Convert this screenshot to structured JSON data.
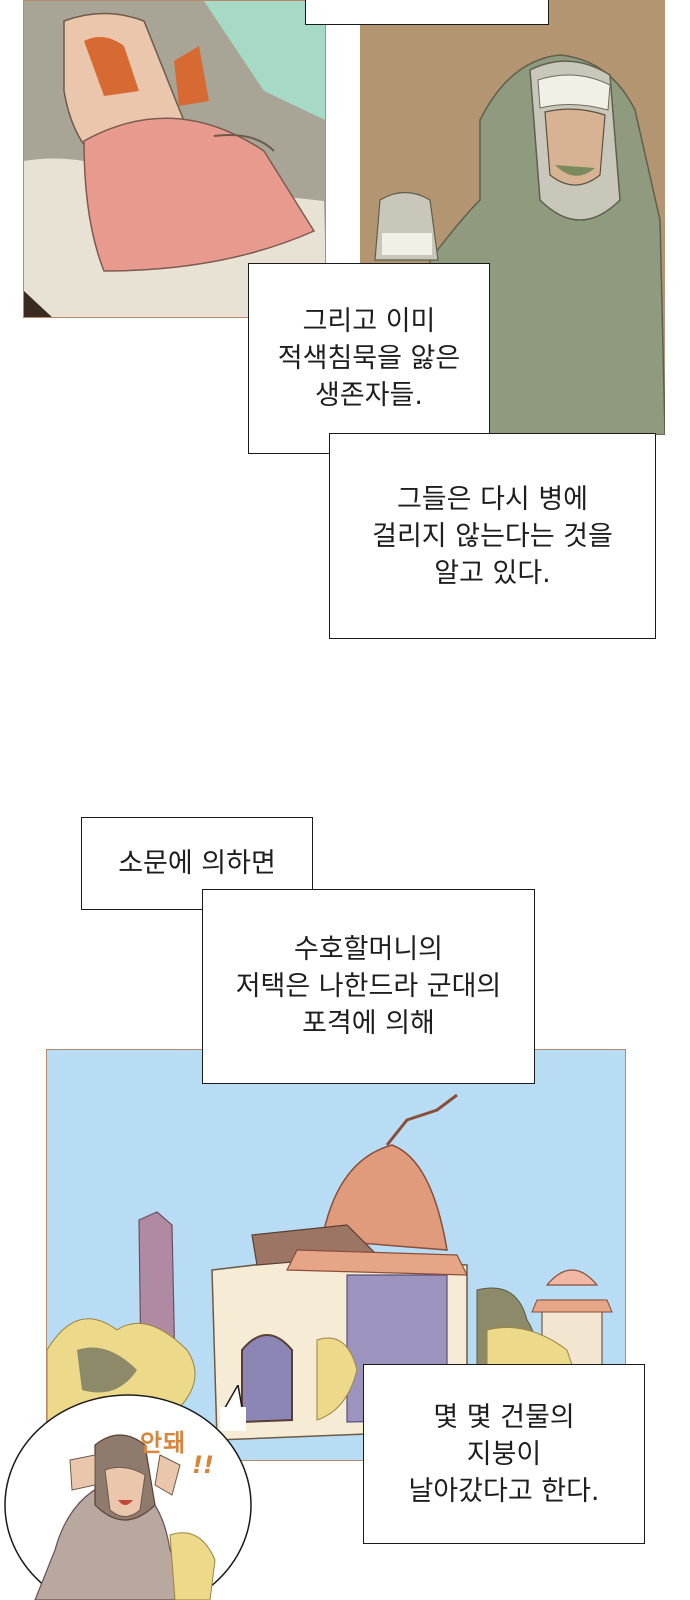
{
  "captions": {
    "survivors": {
      "lines": [
        "그리고 이미",
        "적색침묵을 앓은",
        "생존자들."
      ]
    },
    "immune": {
      "lines": [
        "그들은 다시 병에",
        "걸리지 않는다는 것을",
        "알고 있다."
      ]
    },
    "rumor": {
      "lines": [
        "소문에 의하면"
      ]
    },
    "mansion": {
      "lines": [
        "수호할머니의",
        "저택은 나한드라 군대의",
        "포격에 의해"
      ]
    },
    "roofs": {
      "lines": [
        "몇 몇 건물의",
        "지붕이",
        "날아갔다고 한다."
      ]
    }
  },
  "speech": {
    "shout": "안돼",
    "marks": "!!"
  },
  "colors": {
    "sky": "#b9dcf5",
    "frame": "#b8896a",
    "sepia": "#b39572",
    "robe": "#8f9a7e"
  }
}
